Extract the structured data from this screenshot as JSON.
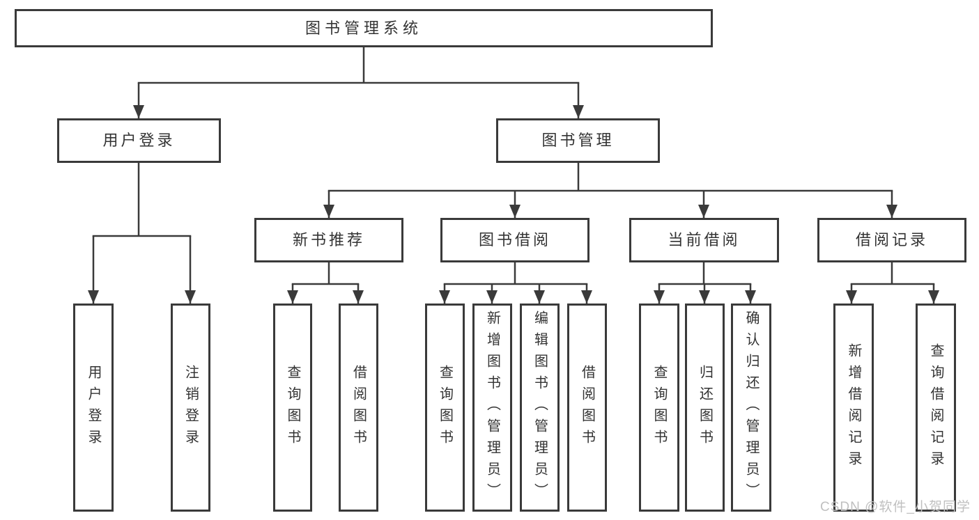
{
  "diagram": {
    "root": "图书管理系统",
    "branches": [
      {
        "label": "用户登录",
        "children": [
          "用户登录",
          "注销登录"
        ]
      },
      {
        "label": "图书管理",
        "children": [
          {
            "label": "新书推荐",
            "children": [
              "查询图书",
              "借阅图书"
            ]
          },
          {
            "label": "图书借阅",
            "children": [
              "查询图书",
              "新增图书（管理员）",
              "编辑图书（管理员）",
              "借阅图书"
            ]
          },
          {
            "label": "当前借阅",
            "children": [
              "查询图书",
              "归还图书",
              "确认归还（管理员）"
            ]
          },
          {
            "label": "借阅记录",
            "children": [
              "新增借阅记录",
              "查询借阅记录"
            ]
          }
        ]
      }
    ]
  },
  "watermark": "CSDN @软件_小贺同学",
  "colors": {
    "line": "#3a3a3a",
    "text": "#333333",
    "bg": "#ffffff",
    "wm": "#c0c0c0"
  }
}
